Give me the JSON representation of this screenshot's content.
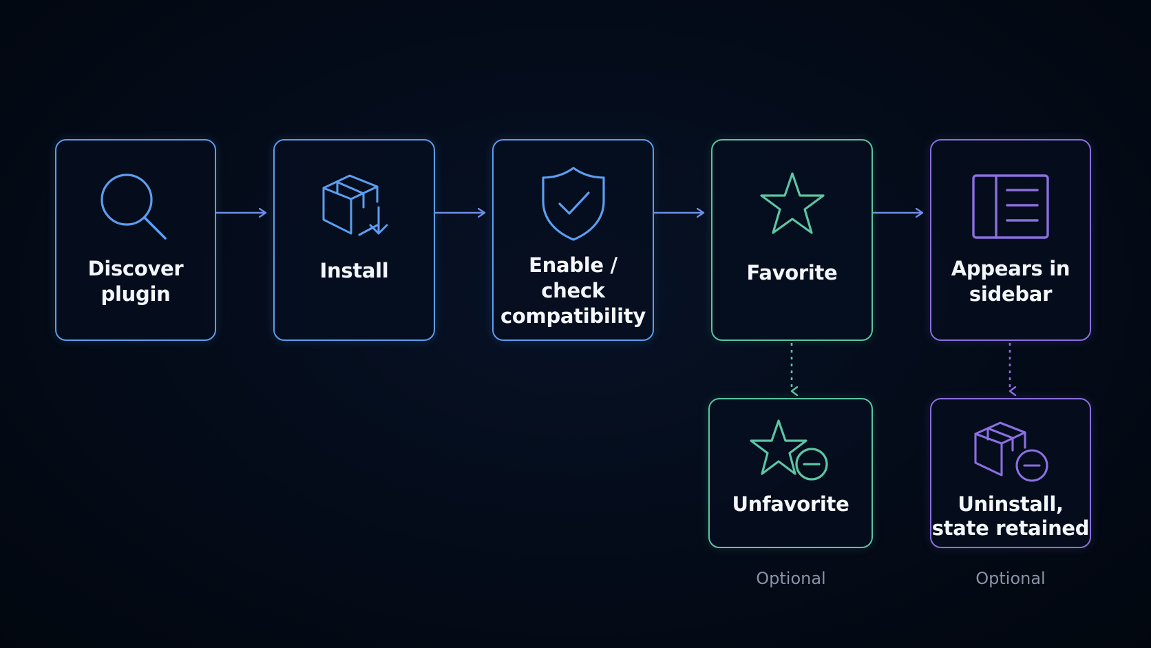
{
  "steps": [
    {
      "label_lines": [
        "Discover",
        "plugin"
      ],
      "icon": "search-icon"
    },
    {
      "label_lines": [
        "Install"
      ],
      "icon": "package-download-icon"
    },
    {
      "label_lines": [
        "Enable /",
        "check",
        "compatibility"
      ],
      "icon": "shield-check-icon"
    },
    {
      "label_lines": [
        "Favorite"
      ],
      "icon": "star-icon"
    },
    {
      "label_lines": [
        "Appears in",
        "sidebar"
      ],
      "icon": "sidebar-layout-icon"
    }
  ],
  "branches": [
    {
      "label_lines": [
        "Unfavorite"
      ],
      "icon": "star-minus-icon",
      "note": "Optional"
    },
    {
      "label_lines": [
        "Uninstall,",
        "state retained"
      ],
      "icon": "package-minus-icon",
      "note": "Optional"
    }
  ],
  "colors": {
    "background": "#030915",
    "blue": "#5c9ef0",
    "green": "#5cc6a3",
    "purple": "#8b6fe0",
    "text": "#f3f6fb",
    "muted": "#8a93a6"
  }
}
